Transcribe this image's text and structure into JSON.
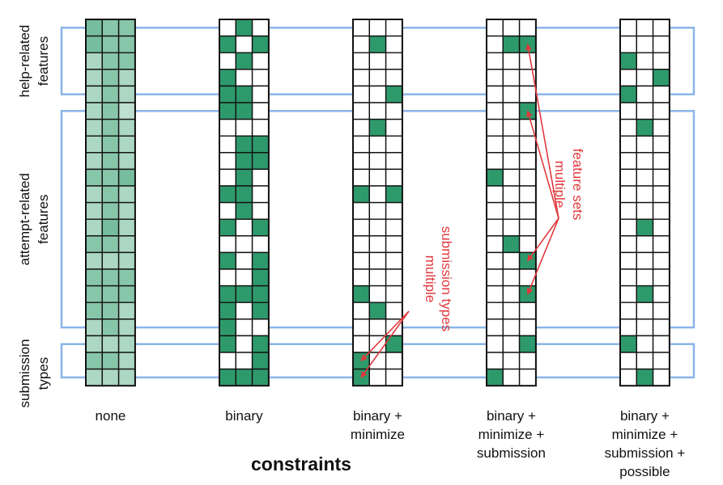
{
  "x_axis_title": "constraints",
  "row_groups": [
    {
      "lines": [
        "help-related",
        "features"
      ],
      "rows": [
        0,
        4
      ]
    },
    {
      "lines": [
        "attempt-related",
        "features"
      ],
      "rows": [
        5,
        18
      ]
    },
    {
      "lines": [
        "submission",
        "types"
      ],
      "rows": [
        19,
        21
      ]
    }
  ],
  "columns": [
    {
      "label_lines": [
        "none"
      ],
      "mode": "continuous",
      "intensity": [
        [
          0.6,
          0.5,
          0.5
        ],
        [
          0.6,
          0.5,
          0.5
        ],
        [
          0.3,
          0.5,
          0.5
        ],
        [
          0.3,
          0.5,
          0.3
        ],
        [
          0.3,
          0.5,
          0.3
        ],
        [
          0.3,
          0.5,
          0.2
        ],
        [
          0.3,
          0.5,
          0.3
        ],
        [
          0.3,
          0.5,
          0.3
        ],
        [
          0.3,
          0.5,
          0.3
        ],
        [
          0.5,
          0.5,
          0.6
        ],
        [
          0.3,
          0.5,
          0.3
        ],
        [
          0.3,
          0.5,
          0.3
        ],
        [
          0.3,
          0.6,
          0.3
        ],
        [
          0.5,
          0.5,
          0.3
        ],
        [
          0.3,
          0.3,
          0.3
        ],
        [
          0.5,
          0.5,
          0.5
        ],
        [
          0.5,
          0.5,
          0.5
        ],
        [
          0.5,
          0.5,
          0.3
        ],
        [
          0.3,
          0.5,
          0.3
        ],
        [
          0.3,
          0.3,
          0.3
        ],
        [
          0.5,
          0.5,
          0.3
        ],
        [
          0.3,
          0.3,
          0.3
        ]
      ]
    },
    {
      "label_lines": [
        "binary"
      ],
      "mode": "binary",
      "cells": [
        [
          0,
          1,
          0
        ],
        [
          1,
          0,
          1
        ],
        [
          0,
          1,
          0
        ],
        [
          1,
          0,
          0
        ],
        [
          1,
          1,
          0
        ],
        [
          1,
          1,
          0
        ],
        [
          0,
          0,
          0
        ],
        [
          0,
          1,
          1
        ],
        [
          0,
          1,
          1
        ],
        [
          0,
          1,
          0
        ],
        [
          1,
          1,
          0
        ],
        [
          0,
          1,
          0
        ],
        [
          1,
          0,
          1
        ],
        [
          0,
          0,
          0
        ],
        [
          1,
          0,
          1
        ],
        [
          0,
          0,
          1
        ],
        [
          1,
          1,
          1
        ],
        [
          1,
          0,
          1
        ],
        [
          1,
          0,
          0
        ],
        [
          1,
          0,
          1
        ],
        [
          0,
          0,
          1
        ],
        [
          1,
          1,
          1
        ]
      ]
    },
    {
      "label_lines": [
        "binary +",
        "minimize"
      ],
      "mode": "binary",
      "cells": [
        [
          0,
          0,
          0
        ],
        [
          0,
          1,
          0
        ],
        [
          0,
          0,
          0
        ],
        [
          0,
          0,
          0
        ],
        [
          0,
          0,
          1
        ],
        [
          0,
          0,
          0
        ],
        [
          0,
          1,
          0
        ],
        [
          0,
          0,
          0
        ],
        [
          0,
          0,
          0
        ],
        [
          0,
          0,
          0
        ],
        [
          1,
          0,
          1
        ],
        [
          0,
          0,
          0
        ],
        [
          0,
          0,
          0
        ],
        [
          0,
          0,
          0
        ],
        [
          0,
          0,
          0
        ],
        [
          0,
          0,
          0
        ],
        [
          1,
          0,
          0
        ],
        [
          0,
          1,
          0
        ],
        [
          0,
          0,
          0
        ],
        [
          0,
          0,
          1
        ],
        [
          1,
          0,
          0
        ],
        [
          1,
          0,
          0
        ]
      ]
    },
    {
      "label_lines": [
        "binary +",
        "minimize +",
        "submission"
      ],
      "mode": "binary",
      "cells": [
        [
          0,
          0,
          0
        ],
        [
          0,
          1,
          1
        ],
        [
          0,
          0,
          0
        ],
        [
          0,
          0,
          0
        ],
        [
          0,
          0,
          0
        ],
        [
          0,
          0,
          1
        ],
        [
          0,
          0,
          0
        ],
        [
          0,
          0,
          0
        ],
        [
          0,
          0,
          0
        ],
        [
          1,
          0,
          0
        ],
        [
          0,
          0,
          0
        ],
        [
          0,
          0,
          0
        ],
        [
          0,
          0,
          0
        ],
        [
          0,
          1,
          0
        ],
        [
          0,
          0,
          1
        ],
        [
          0,
          0,
          0
        ],
        [
          0,
          0,
          1
        ],
        [
          0,
          0,
          0
        ],
        [
          0,
          0,
          0
        ],
        [
          0,
          0,
          1
        ],
        [
          0,
          0,
          0
        ],
        [
          1,
          0,
          0
        ]
      ]
    },
    {
      "label_lines": [
        "binary +",
        "minimize +",
        "submission +",
        "possible"
      ],
      "mode": "binary",
      "cells": [
        [
          0,
          0,
          0
        ],
        [
          0,
          0,
          0
        ],
        [
          1,
          0,
          0
        ],
        [
          0,
          0,
          1
        ],
        [
          1,
          0,
          0
        ],
        [
          0,
          0,
          0
        ],
        [
          0,
          1,
          0
        ],
        [
          0,
          0,
          0
        ],
        [
          0,
          0,
          0
        ],
        [
          0,
          0,
          0
        ],
        [
          0,
          0,
          0
        ],
        [
          0,
          0,
          0
        ],
        [
          0,
          1,
          0
        ],
        [
          0,
          0,
          0
        ],
        [
          0,
          0,
          0
        ],
        [
          0,
          0,
          0
        ],
        [
          0,
          1,
          0
        ],
        [
          0,
          0,
          0
        ],
        [
          0,
          0,
          0
        ],
        [
          1,
          0,
          0
        ],
        [
          0,
          0,
          0
        ],
        [
          0,
          1,
          0
        ]
      ]
    }
  ],
  "annotations": [
    {
      "lines": [
        "multiple",
        "submission types"
      ],
      "column": 2,
      "arrow_targets": [
        [
          0,
          20
        ],
        [
          0,
          21
        ]
      ]
    },
    {
      "lines": [
        "multiple",
        "feature sets"
      ],
      "column": 3,
      "arrow_targets": [
        [
          2,
          1
        ],
        [
          2,
          5
        ],
        [
          2,
          14
        ],
        [
          2,
          16
        ]
      ]
    }
  ],
  "colors": {
    "filled": "#2e9a6b",
    "continuous_low": "#e2f1e9",
    "grid": "#111111",
    "group_bracket": "#8ab4e8",
    "annotation": "#e0393e"
  }
}
